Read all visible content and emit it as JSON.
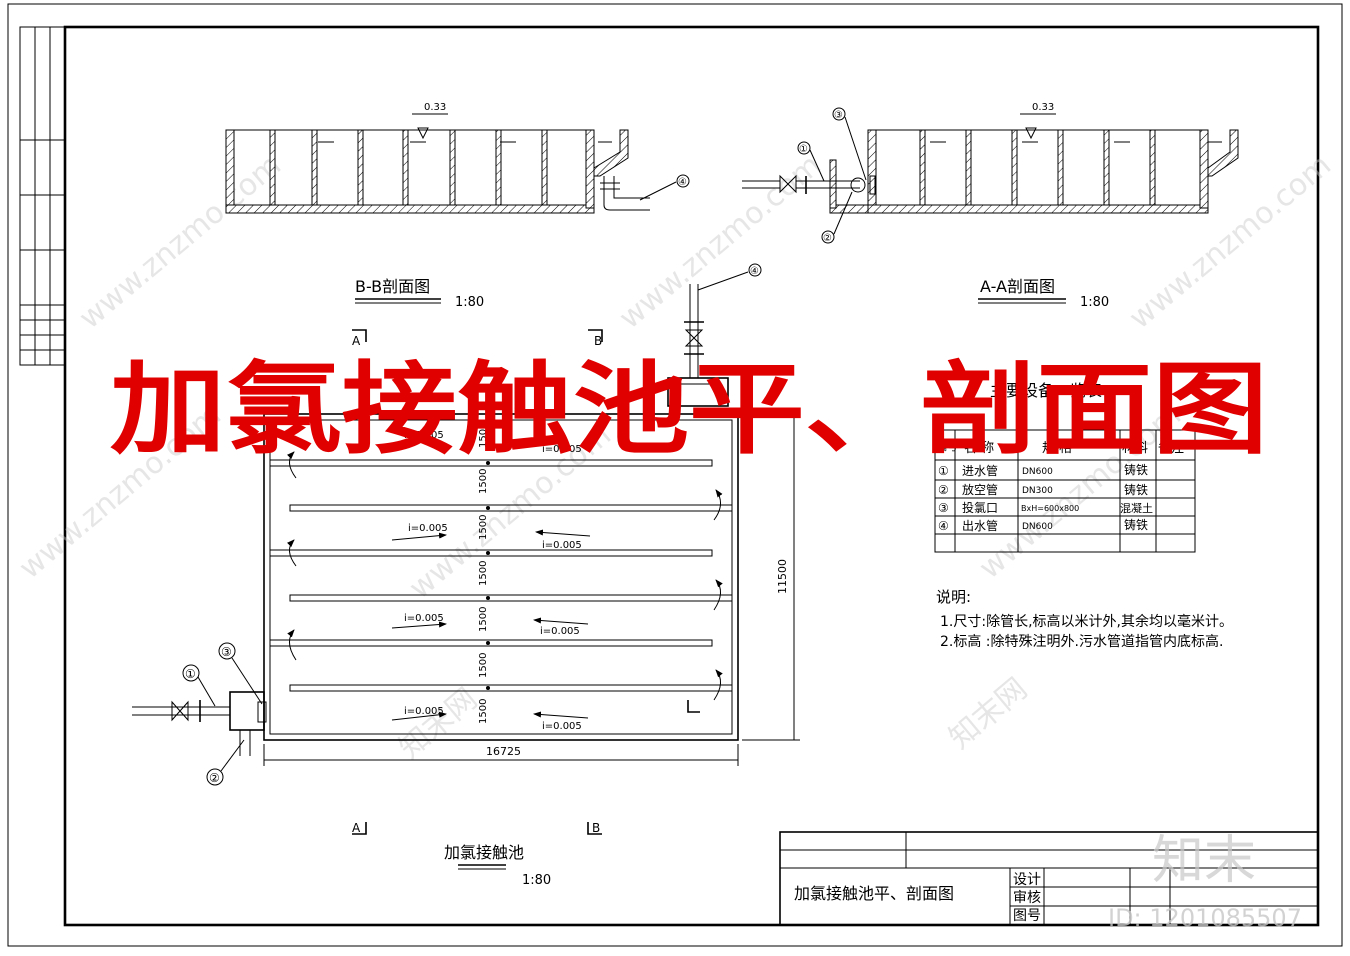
{
  "sections": {
    "bb": {
      "title": "B-B剖面图",
      "scale": "1:80",
      "level": "0.33"
    },
    "aa": {
      "title": "A-A剖面图",
      "scale": "1:80",
      "level": "0.33"
    }
  },
  "callouts": [
    "①",
    "②",
    "③",
    "④"
  ],
  "plan": {
    "title": "加氯接触池",
    "scale": "1:80",
    "overall_width": "16725",
    "overall_height": "11500",
    "channel_spacing": "1500",
    "slope": "i=0.005",
    "section_marks": {
      "a": "A",
      "b": "B"
    }
  },
  "overlay_title": "加氯接触池平、剖面图",
  "equipment_table": {
    "title": "主要设备一览表",
    "headers": [
      "编号",
      "名 称",
      "规    格",
      "材料",
      "备注"
    ],
    "rows": [
      {
        "no": "①",
        "name": "进水管",
        "spec": "DN600",
        "material": "铸铁",
        "note": ""
      },
      {
        "no": "②",
        "name": "放空管",
        "spec": "DN300",
        "material": "铸铁",
        "note": ""
      },
      {
        "no": "③",
        "name": "投氯口",
        "spec": "BxH=600x800",
        "material": "混凝土",
        "note": ""
      },
      {
        "no": "④",
        "name": "出水管",
        "spec": "DN600",
        "material": "铸铁",
        "note": ""
      }
    ]
  },
  "notes": {
    "heading": "说明:",
    "items": [
      "1.尺寸:除管长,标高以米计外,其余均以毫米计。",
      "2.标高 :除特殊注明外.污水管道指管内底标高."
    ]
  },
  "title_block": {
    "drawing_name": "加氯接触池平、剖面图",
    "labels": [
      "设计",
      "审核",
      "图号"
    ]
  },
  "watermark": {
    "site": "www.znzmo.com",
    "brand": "知末",
    "brand_net": "知末网",
    "id": "ID: 1201085507"
  }
}
